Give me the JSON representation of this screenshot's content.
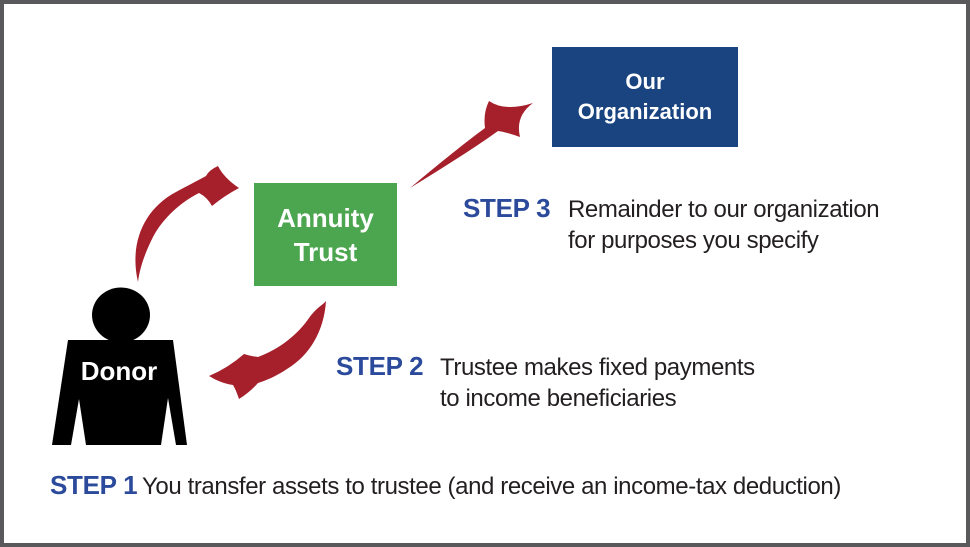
{
  "title": "Charitable remainder annuity trust diagram",
  "colors": {
    "arrow_red": "#A6202C",
    "trust_green": "#4BA64F",
    "org_navy": "#194480",
    "step_blue": "#2B4A9B",
    "text_dark": "#231F20",
    "donor_black": "#000000",
    "border_gray": "#59595b"
  },
  "nodes": {
    "organization": {
      "label": "Our\nOrganization"
    },
    "trust": {
      "label": "Annuity\nTrust"
    },
    "donor": {
      "label": "Donor"
    }
  },
  "icons": {
    "step1_arrow": "curved-arrow-donor-to-trust",
    "step2_arrow": "curved-arrow-trust-to-donor",
    "step3_arrow": "straight-arrow-trust-to-organization",
    "donor_figure": "person-silhouette"
  },
  "steps": [
    {
      "label": "STEP 1",
      "text": "You transfer assets to trustee (and receive an income-tax deduction)"
    },
    {
      "label": "STEP 2",
      "text": "Trustee makes fixed payments\nto income beneficiaries"
    },
    {
      "label": "STEP 3",
      "text": "Remainder to our organization\nfor purposes you specify"
    }
  ]
}
